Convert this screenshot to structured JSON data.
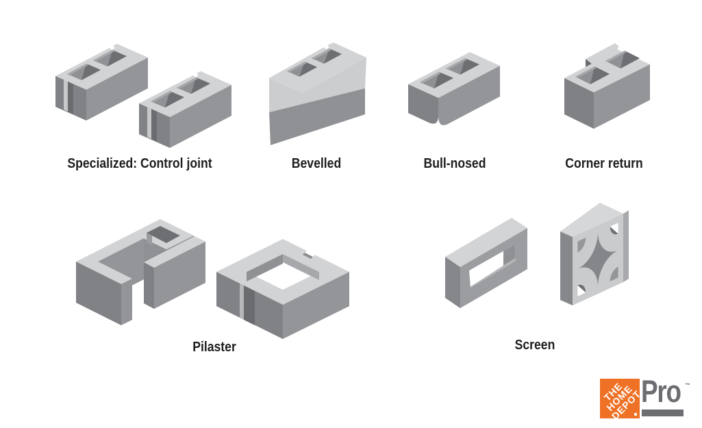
{
  "groups": [
    {
      "id": "control-joint",
      "label": "Specialized: Control joint",
      "block_count": 2
    },
    {
      "id": "bevelled",
      "label": "Bevelled",
      "block_count": 1
    },
    {
      "id": "bull-nosed",
      "label": "Bull-nosed",
      "block_count": 1
    },
    {
      "id": "corner-return",
      "label": "Corner return",
      "block_count": 1
    },
    {
      "id": "pilaster",
      "label": "Pilaster",
      "block_count": 2
    },
    {
      "id": "screen",
      "label": "Screen",
      "block_count": 2
    }
  ],
  "logo": {
    "brand_line_1": "THE",
    "brand_line_2": "HOME",
    "brand_line_3": "DEPOT",
    "pro": "Pro",
    "trademark": "™"
  },
  "colors": {
    "background": "#ffffff",
    "block_top": "#d2d3d5",
    "block_front": "#939598",
    "block_side": "#808285",
    "block_core_dark": "#6d6f72",
    "block_core_mid": "#8f9194",
    "bevel_face": "#cbcdcf",
    "label_text": "#1d1d1f",
    "home_depot_orange": "#ee7125",
    "pro_gray": "#6d6e71"
  }
}
